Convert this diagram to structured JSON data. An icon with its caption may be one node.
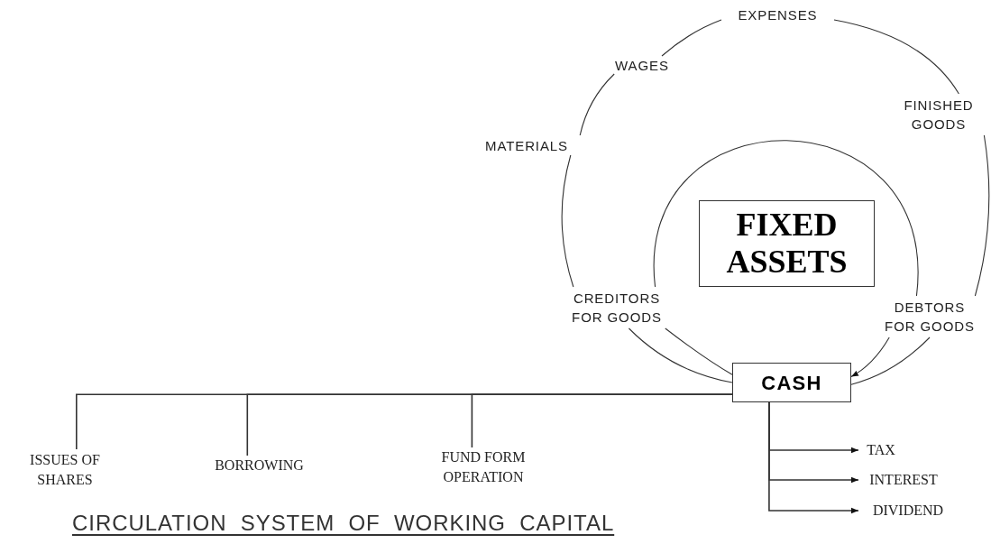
{
  "diagram": {
    "caption": "CIRCULATION  SYSTEM  OF  WORKING  CAPITAL",
    "nodes": [
      {
        "text": [
          "FIXED ASSETS"
        ]
      },
      {
        "text": [
          "EXPENSES"
        ]
      },
      {
        "text": [
          "WAGES"
        ]
      },
      {
        "text": [
          "FINISHED GOODS"
        ]
      },
      {
        "text": [
          "MATERIALS"
        ]
      },
      {
        "text": [
          "CREDITORS FOR GOODS"
        ]
      },
      {
        "text": [
          "DEBTORS FOR GOODS"
        ]
      },
      {
        "text": [
          "CASH"
        ]
      },
      {
        "text": [
          "ISSUES OF SHARES"
        ]
      },
      {
        "text": [
          "BORROWING"
        ]
      },
      {
        "text": [
          "FUND FORM OPERATION"
        ]
      },
      {
        "text": [
          "TAX"
        ]
      },
      {
        "text": [
          "INTEREST"
        ]
      },
      {
        "text": [
          "DIVIDEND"
        ]
      }
    ],
    "edges": [
      {
        "from": 7,
        "to": 5,
        "arrow": "none"
      },
      {
        "from": 7,
        "to": 5,
        "arrow": "none"
      },
      {
        "from": 5,
        "to": 4,
        "arrow": "none"
      },
      {
        "from": 4,
        "to": 2,
        "arrow": "none"
      },
      {
        "from": 2,
        "to": 1,
        "arrow": "none"
      },
      {
        "from": 1,
        "to": 3,
        "arrow": "none"
      },
      {
        "from": 3,
        "to": 6,
        "arrow": "none"
      },
      {
        "from": 5,
        "to": 6,
        "arrow": "none"
      },
      {
        "from": 6,
        "to": 7,
        "arrow": "to"
      },
      {
        "from": 6,
        "to": 7,
        "arrow": "none"
      },
      {
        "from": 7,
        "to": 8,
        "arrow": "none"
      },
      {
        "from": 7,
        "to": 9,
        "arrow": "none"
      },
      {
        "from": 7,
        "to": 10,
        "arrow": "none"
      },
      {
        "from": 7,
        "to": 11,
        "arrow": "to"
      },
      {
        "from": 7,
        "to": 12,
        "arrow": "to"
      },
      {
        "from": 7,
        "to": 13,
        "arrow": "to"
      }
    ]
  }
}
